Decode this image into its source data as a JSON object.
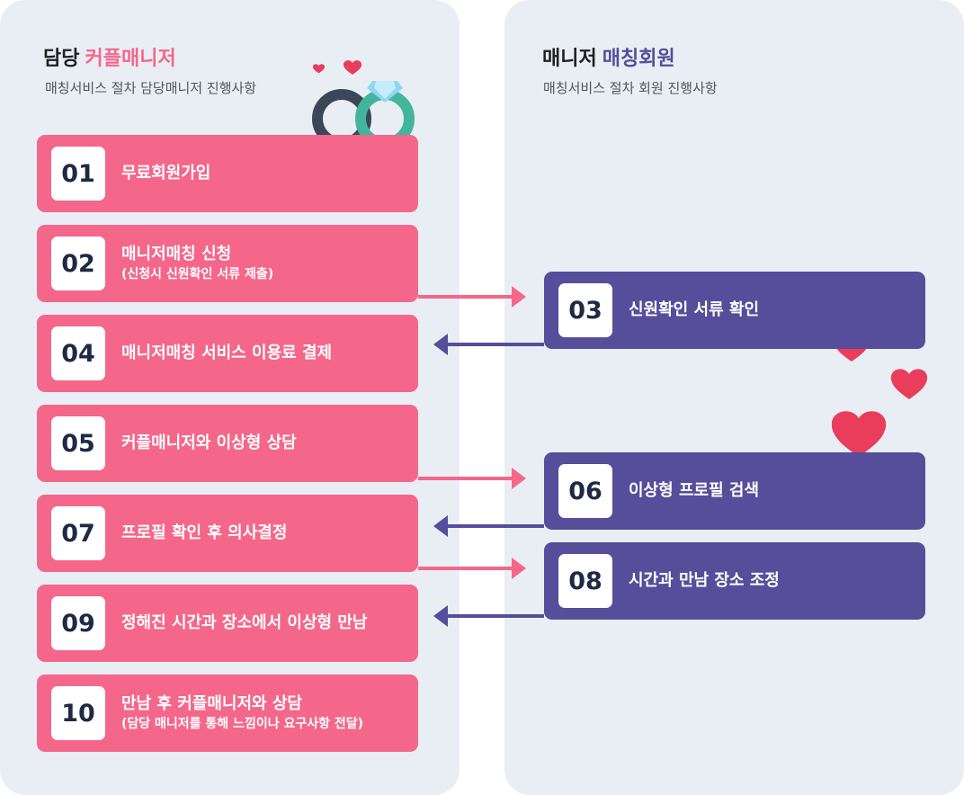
{
  "left_panel": {
    "title_main": "담당",
    "title_accent": "커플매니저",
    "subtitle": "매칭서비스 절차 담당매니저 진행사항"
  },
  "right_panel": {
    "title_main": "매니저",
    "title_accent": "매칭회원",
    "subtitle": "매칭서비스 절차 회원 진행사항"
  },
  "colors": {
    "pink": "#f4678b",
    "purple": "#564d9b",
    "panel_bg": "#e9eef5",
    "number_text": "#1e2a44",
    "heart": "#ea3d5b"
  },
  "steps": [
    {
      "num": "01",
      "line1": "무료회원가입",
      "line2": "",
      "side": "manager"
    },
    {
      "num": "02",
      "line1": "매니저매칭 신청",
      "line2": "(신청시 신원확인 서류 제출)",
      "side": "manager"
    },
    {
      "num": "03",
      "line1": "신원확인 서류 확인",
      "line2": "",
      "side": "member"
    },
    {
      "num": "04",
      "line1": "매니저매칭 서비스 이용료 결제",
      "line2": "",
      "side": "manager"
    },
    {
      "num": "05",
      "line1": "커플매니저와 이상형 상담",
      "line2": "",
      "side": "manager"
    },
    {
      "num": "06",
      "line1": "이상형 프로필 검색",
      "line2": "",
      "side": "member"
    },
    {
      "num": "07",
      "line1": "프로필 확인 후 의사결정",
      "line2": "",
      "side": "manager"
    },
    {
      "num": "08",
      "line1": "시간과 만남 장소 조정",
      "line2": "",
      "side": "member"
    },
    {
      "num": "09",
      "line1": "정해진 시간과 장소에서 이상형 만남",
      "line2": "",
      "side": "manager"
    },
    {
      "num": "10",
      "line1": "만남 후 커플매니저와 상담",
      "line2": "(담당 매니저를 통해 느낌이나 요구사항 전달)",
      "side": "manager"
    }
  ],
  "icons": [
    "wedding-rings-icon",
    "heart-icon"
  ]
}
